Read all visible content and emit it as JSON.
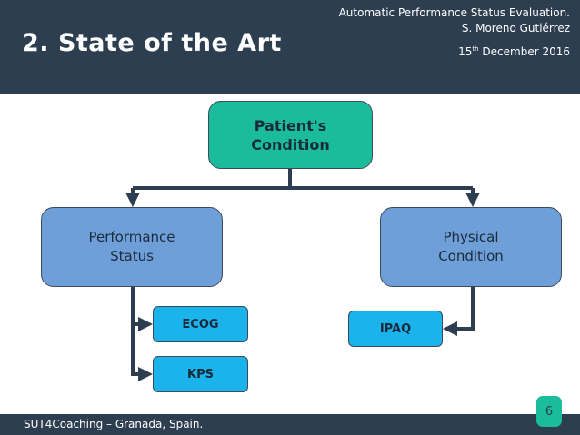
{
  "header": {
    "title": "2. State of the Art",
    "subtitle_line1": "Automatic Performance Status Evaluation.",
    "subtitle_line2": "S. Moreno Gutiérrez",
    "date_day": "15",
    "date_suffix": "th",
    "date_rest": " December 2016"
  },
  "diagram": {
    "root": "Patient's\nCondition",
    "left": "Performance\nStatus",
    "right": "Physical\nCondition",
    "ecog": "ECOG",
    "kps": "KPS",
    "ipaq": "IPAQ"
  },
  "footer": {
    "text": "SUT4Coaching – Granada, Spain.",
    "page_number": "6"
  },
  "colors": {
    "header_bg": "#2c3e50",
    "root_fill": "#1abc9c",
    "category_fill": "#6f9fd8",
    "leaf_fill": "#1ab3ec",
    "connector": "#2c3e50"
  }
}
